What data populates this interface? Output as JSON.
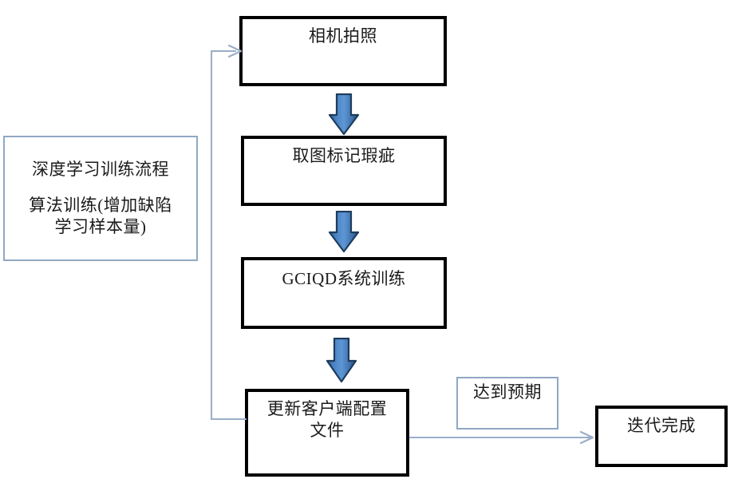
{
  "diagram": {
    "type": "flowchart",
    "title": "深度学习训练流程",
    "background_color": "#ffffff",
    "accent_color": "#4a7ebb",
    "line_color": "#9aaec9",
    "box_border_color": "#000000",
    "thin_box_border_color": "#8fa8c4",
    "text_color": "#1a1a1a"
  },
  "side_panel": {
    "name": "deep-learning-training-process",
    "line1": "深度学习训练流程",
    "line2": "算法训练(增加缺陷\n学习样本量)"
  },
  "nodes": [
    {
      "id": "camera-capture",
      "label": "相机拍照"
    },
    {
      "id": "capture-mark-defect",
      "label": "取图标记瑕疵"
    },
    {
      "id": "gciqd-training",
      "label": "GCIQD系统训练"
    },
    {
      "id": "update-client-config",
      "label": "更新客户端配置\n文件"
    }
  ],
  "condition": {
    "id": "meets-expectation",
    "label": "达到预期"
  },
  "terminal": {
    "id": "iteration-complete",
    "label": "迭代完成"
  },
  "arrows": {
    "down_arrow_1": "down-block-arrow",
    "down_arrow_2": "down-block-arrow",
    "down_arrow_3": "down-block-arrow",
    "feedback_loop": "feedback-arrow-to-camera-capture",
    "to_terminal": "arrow-to-iteration-complete"
  }
}
